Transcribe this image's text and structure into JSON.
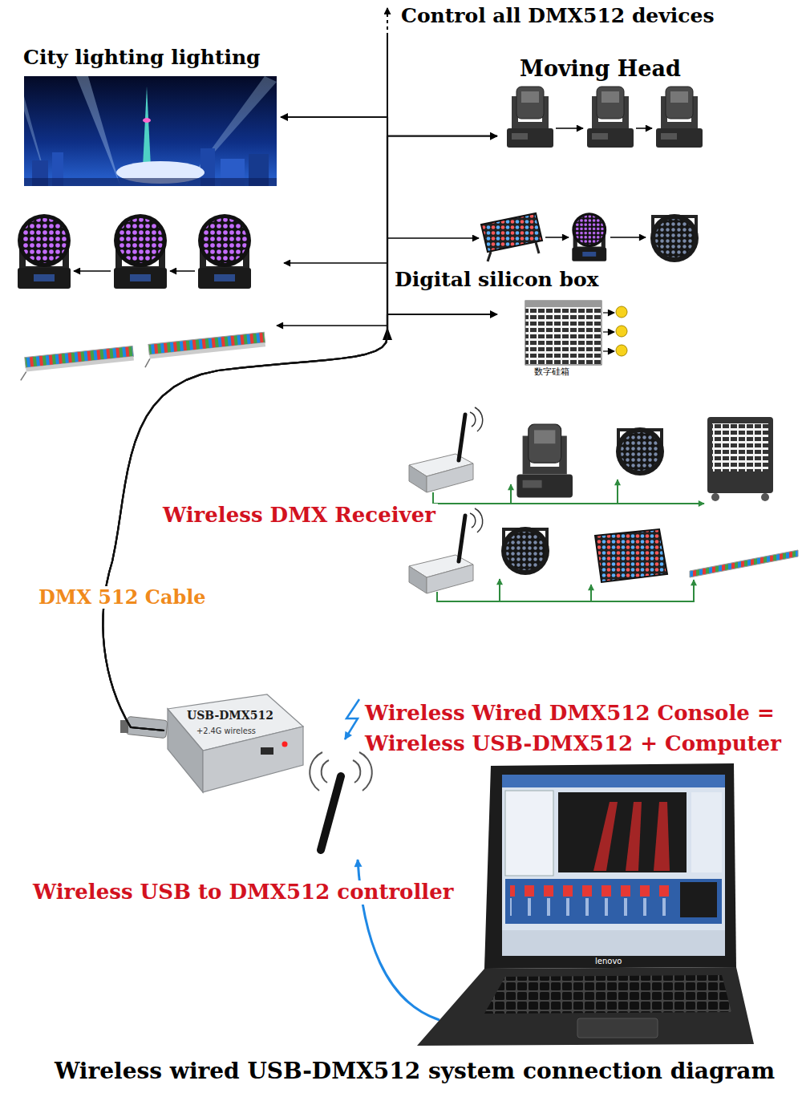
{
  "diagram": {
    "caption": "Wireless wired USB-DMX512 system connection diagram",
    "nodes": [
      {
        "text": [
          "City lighting lighting"
        ]
      },
      {
        "text": [
          "Moving Head"
        ]
      },
      {
        "text": [
          "Digital silicon box",
          "数字硅箱"
        ]
      },
      {
        "text": [
          "USB-DMX512",
          "+2.4G wireless",
          "Wireless USB to DMX512 controller"
        ]
      }
    ],
    "edges": [
      {
        "from": 3,
        "to": 0,
        "arrow": "to"
      },
      {
        "from": 3,
        "to": 1,
        "arrow": "to"
      },
      {
        "from": 3,
        "to": 2,
        "arrow": "to"
      }
    ],
    "labels": [
      "Control all DMX512 devices",
      "Wireless DMX Receiver",
      "DMX 512 Cable",
      "Wireless Wired DMX512 Console = Wireless USB-DMX512 + Computer",
      "lenovo"
    ]
  }
}
